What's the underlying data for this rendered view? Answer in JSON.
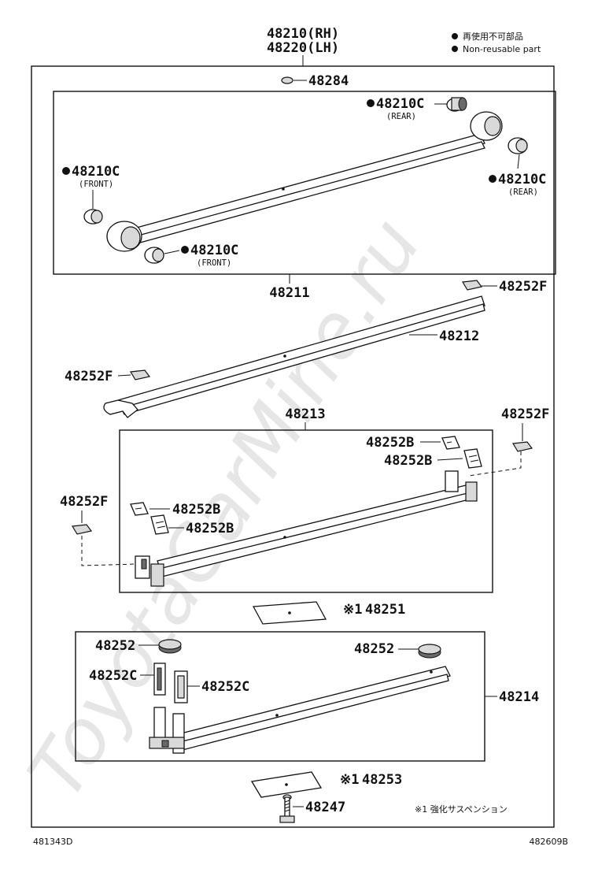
{
  "header": {
    "assembly_rh": "48210(RH)",
    "assembly_lh": "48220(LH)"
  },
  "legend": {
    "jp": "再使用不可部品",
    "en": "Non-reusable part"
  },
  "parts": {
    "p48284": "48284",
    "bush_rear_top": "48210C",
    "bush_rear_top_note": "(REAR)",
    "bush_front_left": "48210C",
    "bush_front_left_note": "(FRONT)",
    "bush_rear_right": "48210C",
    "bush_rear_right_note": "(REAR)",
    "bush_front_bottom": "48210C",
    "bush_front_bottom_note": "(FRONT)",
    "p48211": "48211",
    "p48252F_a": "48252F",
    "p48212": "48212",
    "p48252F_b": "48252F",
    "p48213": "48213",
    "p48252F_c": "48252F",
    "p48252B_a": "48252B",
    "p48252B_b": "48252B",
    "p48252F_d": "48252F",
    "p48252B_c": "48252B",
    "p48252B_d": "48252B",
    "p48251_mark": "※1",
    "p48251": "48251",
    "p48252_a": "48252",
    "p48252_b": "48252",
    "p48252C_a": "48252C",
    "p48252C_b": "48252C",
    "p48214": "48214",
    "p48253_mark": "※1",
    "p48253": "48253",
    "p48247": "48247"
  },
  "note": {
    "text": "※1 強化サスペンション"
  },
  "footer": {
    "left_code": "481343D",
    "right_code": "482609B"
  },
  "watermark": {
    "text": "ToyotaCarMine.ru"
  },
  "colors": {
    "line": "#111111",
    "watermark": "#e6e6e6",
    "background": "#ffffff"
  }
}
